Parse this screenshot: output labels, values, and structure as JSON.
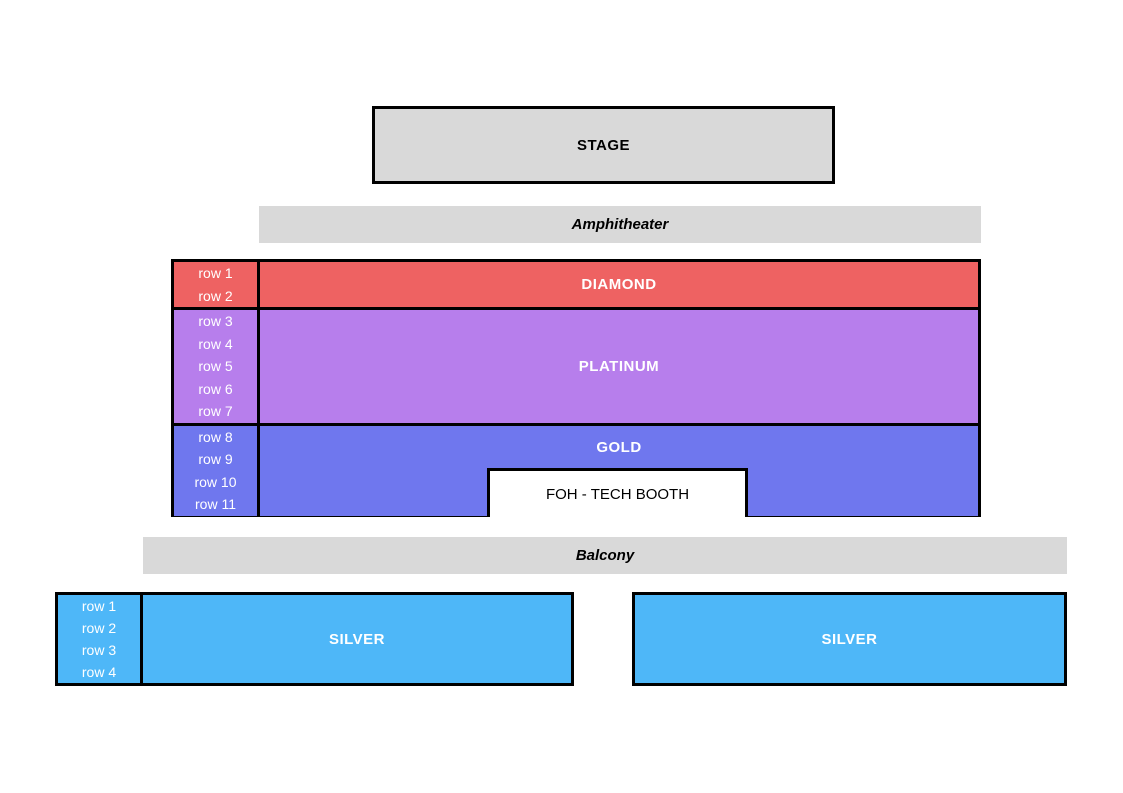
{
  "page": {
    "background": "#ffffff"
  },
  "stage": {
    "label": "STAGE"
  },
  "level_bars": {
    "amphitheater": "Amphitheater",
    "balcony": "Balcony"
  },
  "colors": {
    "stage_fill": "#d9d9d9",
    "level_bar_fill": "#d9d9d9",
    "diamond": "#ee6262",
    "platinum": "#b77eec",
    "gold": "#6f77ee",
    "silver": "#4eb7f8",
    "outline": "#000000",
    "row_label_text": "#ffffff"
  },
  "amphitheater_block": {
    "sections": [
      {
        "name": "DIAMOND",
        "color": "#ee6262",
        "rows": [
          "row 1",
          "row 2"
        ]
      },
      {
        "name": "PLATINUM",
        "color": "#b77eec",
        "rows": [
          "row 3",
          "row 4",
          "row 5",
          "row 6",
          "row 7"
        ]
      },
      {
        "name": "GOLD",
        "color": "#6f77ee",
        "rows": [
          "row 8",
          "row 9",
          "row 10",
          "row 11"
        ]
      }
    ],
    "foh_label": "FOH - TECH BOOTH"
  },
  "balcony_block": {
    "left": {
      "name": "SILVER",
      "color": "#4eb7f8",
      "rows": [
        "row 1",
        "row 2",
        "row 3",
        "row 4"
      ]
    },
    "right": {
      "name": "SILVER",
      "color": "#4eb7f8"
    }
  }
}
